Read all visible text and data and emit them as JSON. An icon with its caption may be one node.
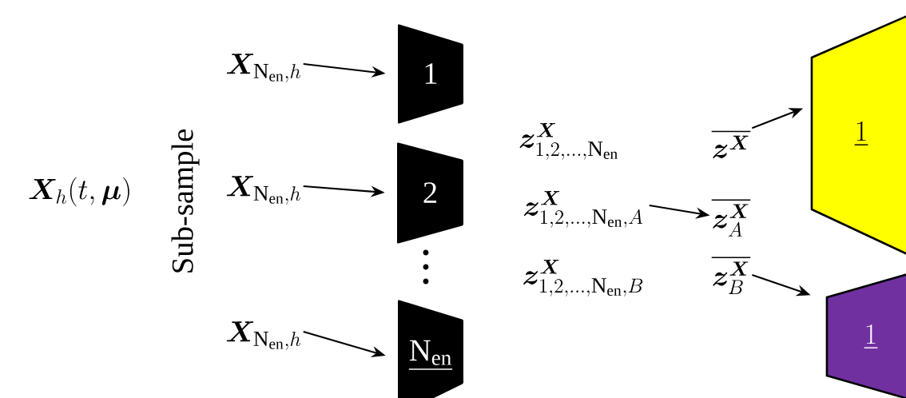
{
  "diagram": {
    "nodes": [
      {
        "text": [
          "\\boldsymbol{X}_{\\mathrm{N}_{\\mathrm{en}},h}"
        ]
      },
      {
        "text": [
          "1"
        ]
      },
      {
        "text": [
          "\\boldsymbol{X}_{\\mathrm{N}_{\\mathrm{en}},h}"
        ]
      },
      {
        "text": [
          "2"
        ]
      },
      {
        "text": [
          "\\boldsymbol{X}_{\\mathrm{N}_{\\mathrm{en}},h}"
        ]
      },
      {
        "text": [
          "\\underline{\\mathrm{N}_{\\mathrm{en}}}"
        ]
      },
      {
        "text": [
          "\\boldsymbol{z}^{\\boldsymbol{X}}_{1,2,\\ldots,\\mathrm{N}_{\\mathrm{en}},A}"
        ]
      },
      {
        "text": [
          "\\overline{\\boldsymbol{z}^{\\boldsymbol{X}}_{A}}"
        ]
      },
      {
        "text": [
          "\\overline{\\boldsymbol{z}^{\\boldsymbol{X}}}"
        ]
      },
      {
        "text": [
          "\\underline{1}"
        ]
      },
      {
        "text": [
          "\\overline{\\boldsymbol{z}^{\\boldsymbol{X}}_{B}}"
        ]
      },
      {
        "text": [
          "\\underline{1}"
        ]
      }
    ],
    "edges": [
      {
        "from": 0,
        "to": 1,
        "arrow": "to"
      },
      {
        "from": 2,
        "to": 3,
        "arrow": "to"
      },
      {
        "from": 4,
        "to": 5,
        "arrow": "to"
      },
      {
        "from": 6,
        "to": 7,
        "arrow": "to"
      },
      {
        "from": 8,
        "to": 9,
        "arrow": "to"
      },
      {
        "from": 10,
        "to": 11,
        "arrow": "to"
      }
    ],
    "labels": [
      "\\boldsymbol{X}_h(t,\\boldsymbol{\\mu})",
      "Sub-sample",
      "\\boldsymbol{z}^{\\boldsymbol{X}}_{1,2,\\ldots,\\mathrm{N}_{\\mathrm{en}}}",
      "\\boldsymbol{z}^{\\boldsymbol{X}}_{1,2,\\ldots,\\mathrm{N}_{\\mathrm{en}},B}"
    ]
  }
}
